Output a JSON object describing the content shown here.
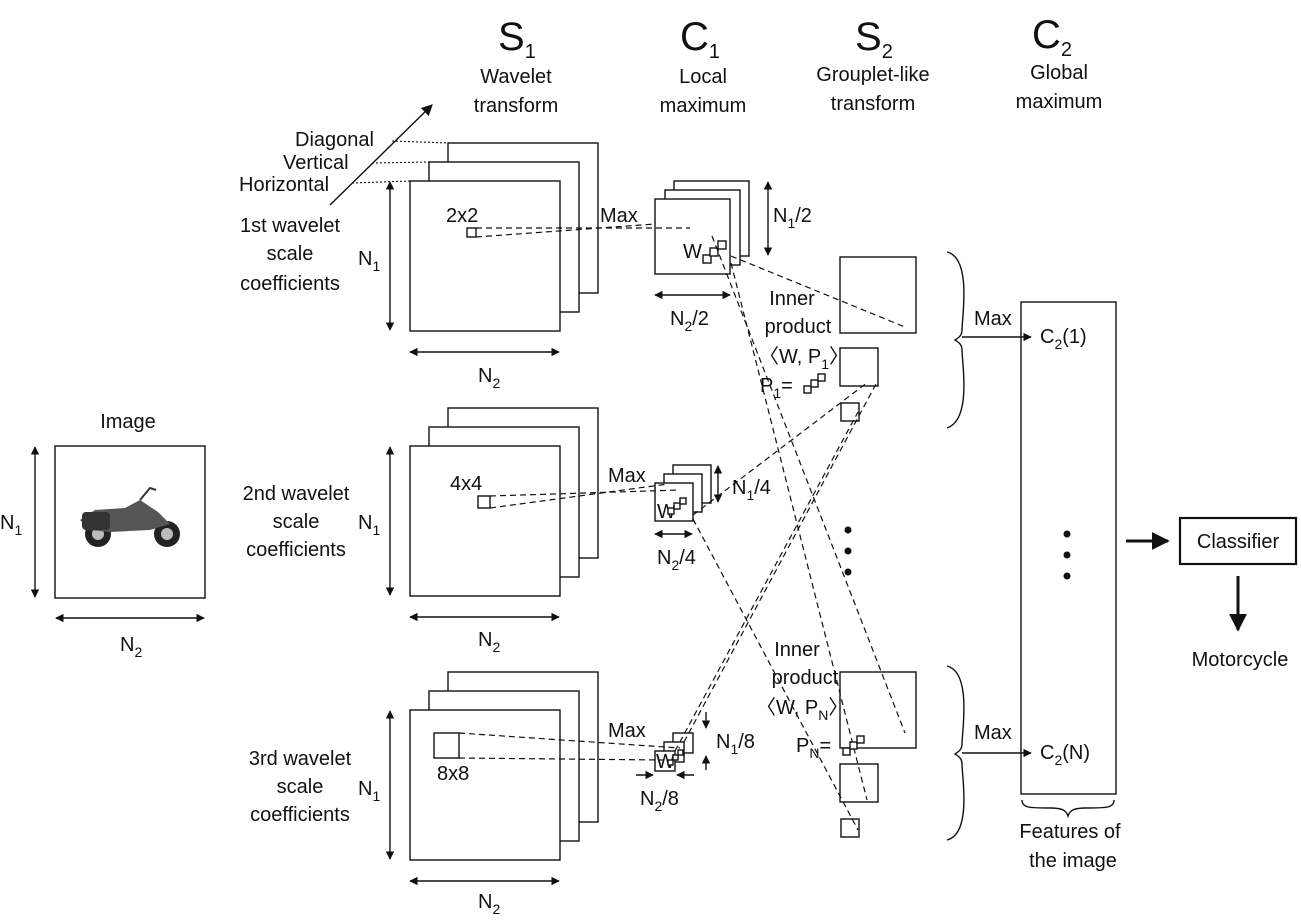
{
  "stages": {
    "s1": {
      "letter": "S",
      "sub": "1",
      "desc_line1": "Wavelet",
      "desc_line2": "transform"
    },
    "c1": {
      "letter": "C",
      "sub": "1",
      "desc_line1": "Local",
      "desc_line2": "maximum"
    },
    "s2": {
      "letter": "S",
      "sub": "2",
      "desc_line1": "Grouplet-like",
      "desc_line2": "transform"
    },
    "c2": {
      "letter": "C",
      "sub": "2",
      "desc_line1": "Global",
      "desc_line2": "maximum"
    }
  },
  "orientations": {
    "diagonal": "Diagonal",
    "vertical": "Vertical",
    "horizontal": "Horizontal"
  },
  "image": {
    "title": "Image",
    "n1": "N",
    "n1_sub": "1",
    "n2": "N",
    "n2_sub": "2"
  },
  "scales": [
    {
      "line1": "1st wavelet",
      "line2": "scale",
      "line3": "coefficients",
      "window": "2x2"
    },
    {
      "line1": "2nd wavelet",
      "line2": "scale",
      "line3": "coefficients",
      "window": "4x4"
    },
    {
      "line1": "3rd wavelet",
      "line2": "scale",
      "line3": "coefficients",
      "window": "8x8"
    }
  ],
  "dims": {
    "n": "N",
    "sub1": "1",
    "sub2": "2",
    "half": "/2",
    "quarter": "/4",
    "eighth": "/8"
  },
  "labels": {
    "max": "Max",
    "w": "W",
    "inner1_line1": "Inner",
    "inner1_line2": "product",
    "inner1_line3_pre": "〈W, P",
    "inner1_line3_sub": "1",
    "inner1_line3_post": "〉",
    "p1_pre": "P",
    "p1_sub": "1",
    "p1_post": "=",
    "innerN_line1": "Inner",
    "innerN_line2": "product",
    "innerN_line3_pre": "〈W, P",
    "innerN_line3_sub": "N",
    "innerN_line3_post": "〉",
    "pn_pre": "P",
    "pn_sub": "N",
    "pn_post": "=",
    "c2_1_pre": "C",
    "c2_1_sub": "2",
    "c2_1_post": "(1)",
    "c2_n_pre": "C",
    "c2_n_sub": "2",
    "c2_n_post": "(N)",
    "features_line1": "Features of",
    "features_line2": "the image",
    "classifier": "Classifier",
    "result": "Motorcycle"
  }
}
